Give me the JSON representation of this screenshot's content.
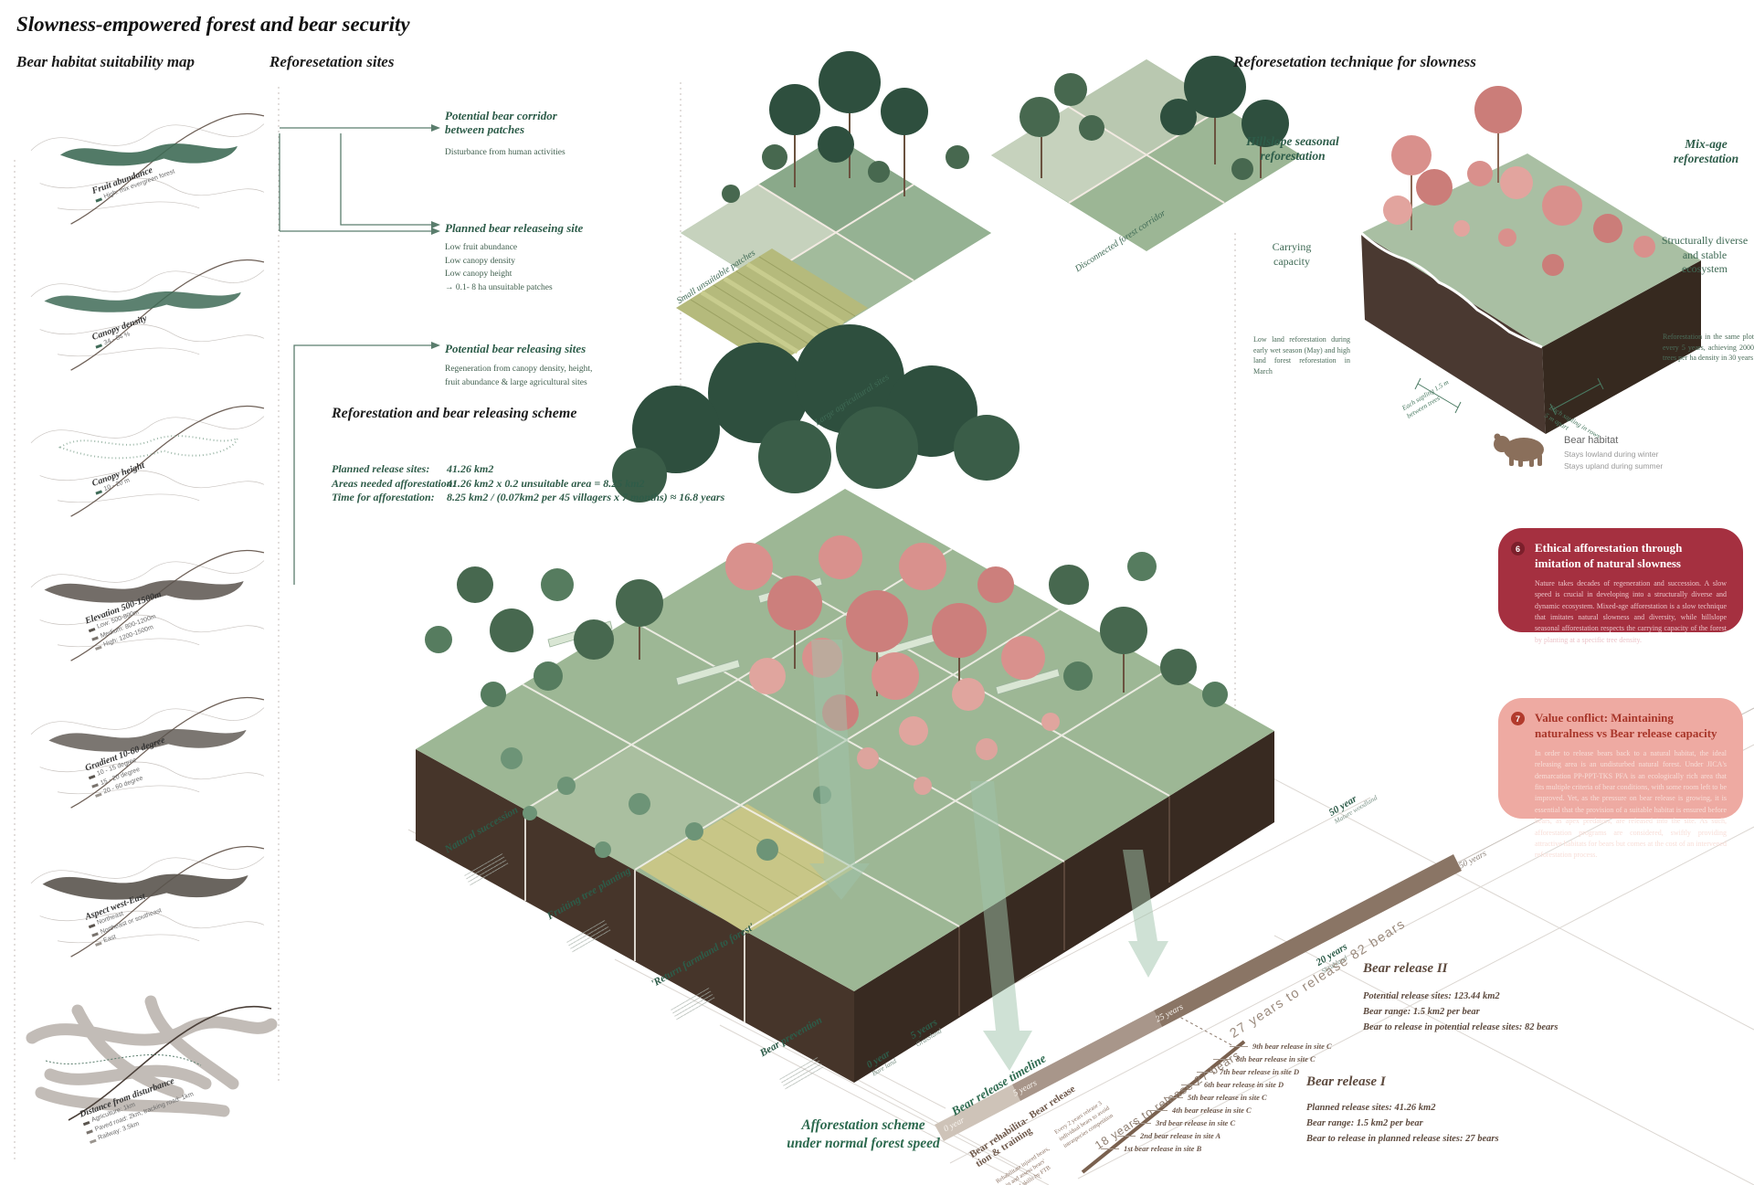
{
  "page_title": "Slowness-empowered forest and bear security",
  "colors": {
    "accent_green": "#2d5c49",
    "timeline_brown": "#8a7565",
    "callout_red": "#a53040",
    "callout_pink": "#eeaaa2",
    "suitability_green": "#3f6b57",
    "suitability_gray": "#5a544e"
  },
  "suitability": {
    "heading": "Bear habitat suitability map",
    "maps": [
      {
        "label": "Fruit abundance",
        "legend": [
          "High: mix evergreen forest"
        ]
      },
      {
        "label": "Canopy density",
        "legend": [
          "34 - 84 %"
        ]
      },
      {
        "label": "Canopy height",
        "legend": [
          "10 - 20 m"
        ]
      },
      {
        "label": "Elevation 500-1500m",
        "legend": [
          "Low: 500-800m",
          "Medium: 800-1200m",
          "High: 1200-1500m"
        ]
      },
      {
        "label": "Gradient 10-60 degree",
        "legend": [
          "10 - 15 degree",
          "15 - 20 degree",
          "20 - 60 degree"
        ]
      },
      {
        "label": "Aspect west-East",
        "legend": [
          "Northeast",
          "Northeast or southeast",
          "East"
        ]
      },
      {
        "label": "Distance from disturbance",
        "legend": [
          "Agriculture: 1km",
          "Paved road: 2km, tracking road: 1km",
          "Railway: 3.5km"
        ]
      }
    ]
  },
  "sites": {
    "heading": "Reforesetation sites",
    "annotations": [
      {
        "title": "Potential bear corridor between patches",
        "line0": "Disturbance from human activities"
      },
      {
        "title": "Planned bear releaseing site",
        "line0": "Low fruit abundance",
        "line1": "Low canopy density",
        "line2": "Low canopy height",
        "line3": "→ 0.1- 8 ha unsuitable patches"
      },
      {
        "title": "Potential bear releasing sites",
        "line0": "Regeneration from canopy density, height,",
        "line1": "fruit abundance & large agricultural sites"
      }
    ],
    "patch_captions": [
      "Small unsuitable patches",
      "Disconnected forest corridor",
      "Large agricultural sites"
    ]
  },
  "scheme": {
    "heading": "Reforestation and bear releasing scheme",
    "rows": [
      {
        "k": "Planned release sites:",
        "v": "41.26 km2"
      },
      {
        "k": "Areas needed afforestation:",
        "v": "41.26 km2 x 0.2 unsuitable area = 8.25 km2"
      },
      {
        "k": "Time for afforestation:",
        "v": "8.25 km2 / (0.07km2 per 45 villagers x 7 months) ≈ 16.8 years"
      }
    ]
  },
  "technique": {
    "heading": "Reforesetation technique for slowness",
    "hillslope_heading": "Hillslope seasonal reforestation",
    "mixage_heading": "Mix-age reforestation",
    "hillslope_label": "Carrying capacity",
    "mixage_label": "Structurally diverse and stable ecosystem",
    "hillslope_note": "Low land reforestation during early wet season (May) and high land forest reforestation in March",
    "mixage_note": "Reforestation in the same plot every 5 years, achieving 2000 trees per ha density in 30 years",
    "measure_left": "Each sapling 1.5 m between trees",
    "measure_right": "Each sapling in rows 5 m apart",
    "bear_habitat": {
      "title": "Bear habitat",
      "line1": "Stays lowland during winter",
      "line2": "Stays upland during summer"
    }
  },
  "callouts": [
    {
      "num": "6",
      "title": "Ethical afforestation through imitation of natural slowness",
      "body": "Nature takes decades of regeneration and succession. A slow speed is crucial in developing into a structurally diverse and dynamic ecosystem. Mixed-age afforestation is a slow technique that imitates natural slowness and diversity, while hillslope seasonal afforestation respects the carrying capacity of the forest by planting at a specific tree density."
    },
    {
      "num": "7",
      "title": "Value conflict: Maintaining naturalness vs Bear release capacity",
      "body": "In order to release bears back to a natural habitat, the ideal releasing area is an undisturbed natural forest. Under JICA's demarcation PP-PPT-TKS PFA is an ecologically rich area that fits multiple criteria of bear conditions, with some room left to be improved. Yet, as the pressure on bear release is growing, it is essential that the provision of a suitable habitat is ensured before bears, as apex predators, are released into the site. As such, afforestation programs are considered, swiftly providing attractive habitats for bears but comes at the cost of an intervened reforestation process."
    }
  ],
  "timeline": {
    "afforestation_label_1": "Afforestation scheme",
    "afforestation_label_2": "under normal forest speed",
    "bear_timeline_label": "Bear release timeline",
    "phases": [
      "Natural succession",
      "Fruiting tree planting",
      "'Return farmland to forest'",
      "Bear prevention"
    ],
    "stages": [
      {
        "year": "0 year",
        "name": "Bare land"
      },
      {
        "year": "5 years",
        "name": "Grassland"
      },
      {
        "year": "20 years",
        "name": "Shrubland"
      },
      {
        "year": "50 year",
        "name": "Mature woodland"
      }
    ],
    "bar_ticks": [
      "0 year",
      "5 years",
      "25 years",
      "50 years"
    ],
    "bear_phases": [
      {
        "line1": "Bear rehabilita-",
        "line2": "tion & training",
        "note": "Rehabilitate injured bears, train and assess bears' survival skills by FTB"
      },
      {
        "line1": "Bear release",
        "line2": "",
        "note": "Every 2 years release 3 individual bears to avoid intraspecies competition"
      }
    ],
    "span_27": "18 years to release 27 bears",
    "span_82": "27 years to release 82 bears",
    "releases": [
      "1st bear release in site B",
      "2nd bear release in site A",
      "3rd bear release in site C",
      "4th bear release in site C",
      "5th bear release in site C",
      "6th bear release in site D",
      "7th bear release in site D",
      "8th bear release in site C",
      "9th bear release in site C"
    ]
  },
  "release_summaries": [
    {
      "title": "Bear release I",
      "line0": "Planned release sites: 41.26 km2",
      "line1": "Bear range: 1.5 km2 per bear",
      "line2": "Bear to release in planned release sites: 27 bears"
    },
    {
      "title": "Bear release II",
      "line0": "Potential release sites: 123.44 km2",
      "line1": "Bear range: 1.5 km2 per bear",
      "line2": "Bear to release in potential release sites: 82 bears"
    }
  ]
}
